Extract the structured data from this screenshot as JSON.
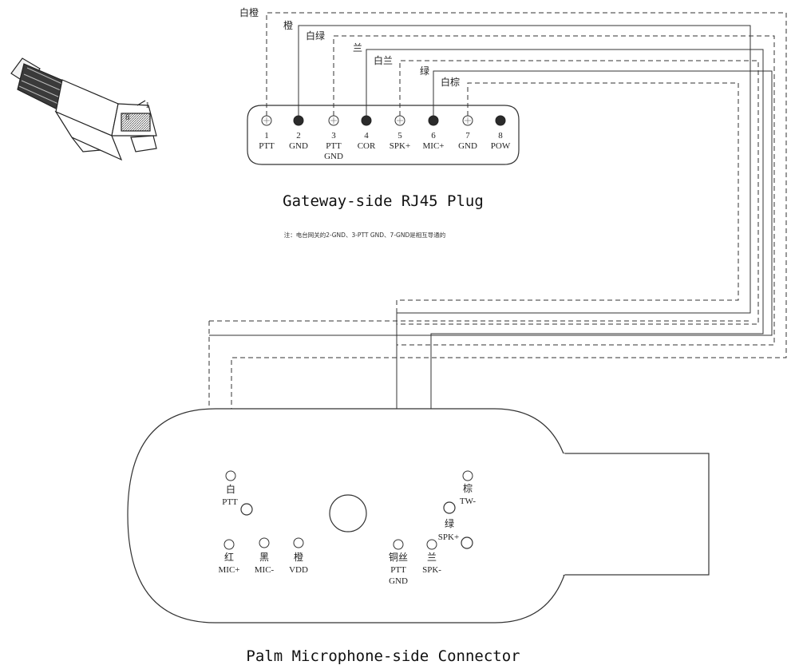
{
  "colors": {
    "ink": "#222222",
    "pin_filled": "#2b2b2b",
    "pin_open": "#ffffff",
    "background": "#ffffff"
  },
  "plug_icon": {
    "icon": "rj45-plug-illustration",
    "pin_marks": [
      "1",
      "8"
    ]
  },
  "gateway": {
    "title": "Gateway-side RJ45 Plug",
    "note": "注：电台网关的2-GND、3-PTT GND、7-GND是相互导通的",
    "pins": [
      {
        "num": "1",
        "name": "PTT",
        "name2": "",
        "filled": false,
        "wire": "白橙",
        "style": "dashed"
      },
      {
        "num": "2",
        "name": "GND",
        "name2": "",
        "filled": true,
        "wire": "橙",
        "style": "solid"
      },
      {
        "num": "3",
        "name": "PTT",
        "name2": "GND",
        "filled": false,
        "wire": "白绿",
        "style": "dashed"
      },
      {
        "num": "4",
        "name": "COR",
        "name2": "",
        "filled": true,
        "wire": "兰",
        "style": "solid"
      },
      {
        "num": "5",
        "name": "SPK+",
        "name2": "",
        "filled": false,
        "wire": "白兰",
        "style": "dashed"
      },
      {
        "num": "6",
        "name": "MIC+",
        "name2": "",
        "filled": true,
        "wire": "绿",
        "style": "solid"
      },
      {
        "num": "7",
        "name": "GND",
        "name2": "",
        "filled": false,
        "wire": "白棕",
        "style": "dashed"
      },
      {
        "num": "8",
        "name": "POW",
        "name2": "",
        "filled": true,
        "wire": "",
        "style": "none"
      }
    ]
  },
  "palm": {
    "title": "Palm Microphone-side Connector",
    "pins": [
      {
        "id": "ptt",
        "top": "白",
        "bottom": "PTT",
        "bottom2": "",
        "label_pos": "below"
      },
      {
        "id": "mic-plus",
        "top": "红",
        "bottom": "MIC+",
        "bottom2": "",
        "label_pos": "below"
      },
      {
        "id": "mic-minus",
        "top": "黑",
        "bottom": "MIC-",
        "bottom2": "",
        "label_pos": "below"
      },
      {
        "id": "vdd",
        "top": "橙",
        "bottom": "VDD",
        "bottom2": "",
        "label_pos": "below"
      },
      {
        "id": "ptt-gnd",
        "top": "铜丝",
        "bottom": "PTT",
        "bottom2": "GND",
        "label_pos": "below"
      },
      {
        "id": "spk-minus",
        "top": "兰",
        "bottom": "SPK-",
        "bottom2": "",
        "label_pos": "below"
      },
      {
        "id": "spk-plus",
        "top": "绿",
        "bottom": "SPK+",
        "bottom2": "",
        "label_pos": "left"
      },
      {
        "id": "tw-minus",
        "top": "棕",
        "bottom": "TW-",
        "bottom2": "",
        "label_pos": "below"
      }
    ]
  }
}
